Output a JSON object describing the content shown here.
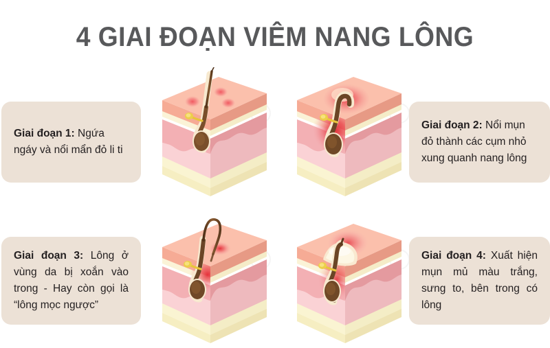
{
  "page": {
    "title": "4 GIAI ĐOẠN VIÊM NANG LÔNG",
    "background_color": "#ffffff",
    "title_color": "#58595b"
  },
  "captions": [
    {
      "id": "stage-1",
      "label": "Giai đoạn 1:",
      "text": " Ngứa ngáy và nổi mẩn đỏ li ti",
      "box_color": "#ece1d6",
      "align": "left"
    },
    {
      "id": "stage-2",
      "label": "Giai đoạn 2:",
      "text": " Nổi mụn đỏ thành các cụm nhỏ xung quanh nang lông",
      "box_color": "#ece1d6",
      "align": "left"
    },
    {
      "id": "stage-3",
      "label": "Giai đoạn 3:",
      "text": " Lông ở vùng da bị xoắn vào trong - Hay còn gọi là “lông mọc ngược”",
      "box_color": "#ece1d6",
      "align": "justify"
    },
    {
      "id": "stage-4",
      "label": "Giai đoạn 4:",
      "text": " Xuất hiện mụn mủ màu trắng, sưng to, bên trong có lông",
      "box_color": "#ece1d6",
      "align": "justify"
    }
  ],
  "illustrations": [
    {
      "id": "skin-block-1",
      "alt": "skin-cross-section-stage-1",
      "feature": "normal hair with small red dots on surface"
    },
    {
      "id": "skin-block-2",
      "alt": "skin-cross-section-stage-2",
      "feature": "red inflamed follicle with bent hair"
    },
    {
      "id": "skin-block-3",
      "alt": "skin-cross-section-stage-3",
      "feature": "ingrown hair curving back into skin"
    },
    {
      "id": "skin-block-4",
      "alt": "skin-cross-section-stage-4",
      "feature": "white pustule swelling with hair inside"
    }
  ],
  "colors": {
    "skin_top": "#f6ab95",
    "skin_top_light": "#fbc9b6",
    "epidermis_line": "#fbf3d7",
    "dermis": "#f3b0b4",
    "dermis_shadow": "#e49a9f",
    "hypodermis": "#fad2d5",
    "hypodermis_shadow": "#eebabe",
    "fat": "#faf3cf",
    "fat_shadow": "#eee5b8",
    "hair": "#6b4526",
    "hair_light": "#8a5c33",
    "gland": "#e8c43c",
    "inflammation": "#e8303a",
    "pustule": "#fdf7e4"
  }
}
